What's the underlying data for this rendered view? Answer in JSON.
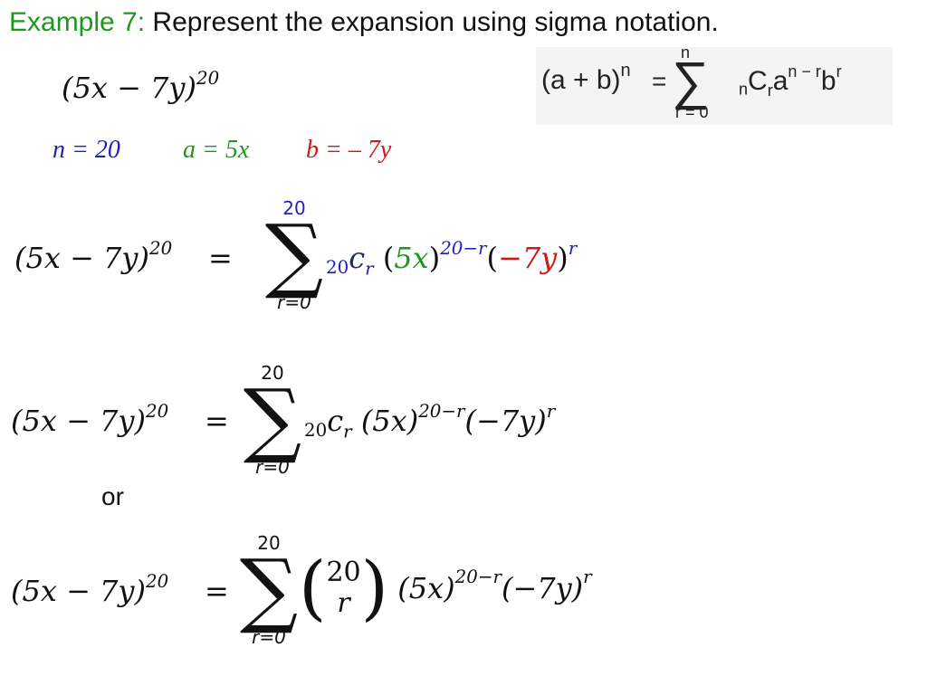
{
  "title": {
    "label": "Example 7:",
    "text": "Represent the expansion using sigma notation."
  },
  "expression": {
    "base": "(5x − 7y)",
    "power": "20"
  },
  "formula": {
    "lhs": "(a + b)",
    "lhs_power": "n",
    "equals": "=",
    "sigma_top": "n",
    "sigma_bottom": "r = 0",
    "term": "C",
    "pre_sub": "n",
    "sub": "r",
    "a": "a",
    "a_pow": "n − r",
    "b": "b",
    "b_pow": "r"
  },
  "vars": {
    "n": "n = 20",
    "a": "a = 5x",
    "b": "b = – 7y"
  },
  "colors": {
    "blue": "#1f1fbf",
    "green": "#1a9a1a",
    "red": "#d01818",
    "dark_blue": "#1d2f6b"
  },
  "eq1": {
    "lhs": "(5x − 7y)",
    "lhs_pow": "20",
    "equals": "=",
    "sigma_top": "20",
    "sigma_bottom": "r=0",
    "pre": "20",
    "c": "c",
    "r": "r",
    "open": "(",
    "t1": "5x",
    "close": ")",
    "t1_pow": "20−r",
    "t2": "−7y",
    "t2_pow": "r"
  },
  "eq2": {
    "lhs": "(5x − 7y)",
    "lhs_pow": "20",
    "equals": "=",
    "sigma_top": "20",
    "sigma_bottom": "r=0",
    "pre": "20",
    "c": "c",
    "r": "r",
    "t1": "(5x)",
    "t1_pow": "20−r",
    "t2": "(−7y)",
    "t2_pow": "r"
  },
  "or": "or",
  "eq3": {
    "lhs": "(5x − 7y)",
    "lhs_pow": "20",
    "equals": "=",
    "sigma_top": "20",
    "sigma_bottom": "r=0",
    "binom_top": "20",
    "binom_bottom": "r",
    "t1": "(5x)",
    "t1_pow": "20−r",
    "t2": "(−7y)",
    "t2_pow": "r"
  }
}
